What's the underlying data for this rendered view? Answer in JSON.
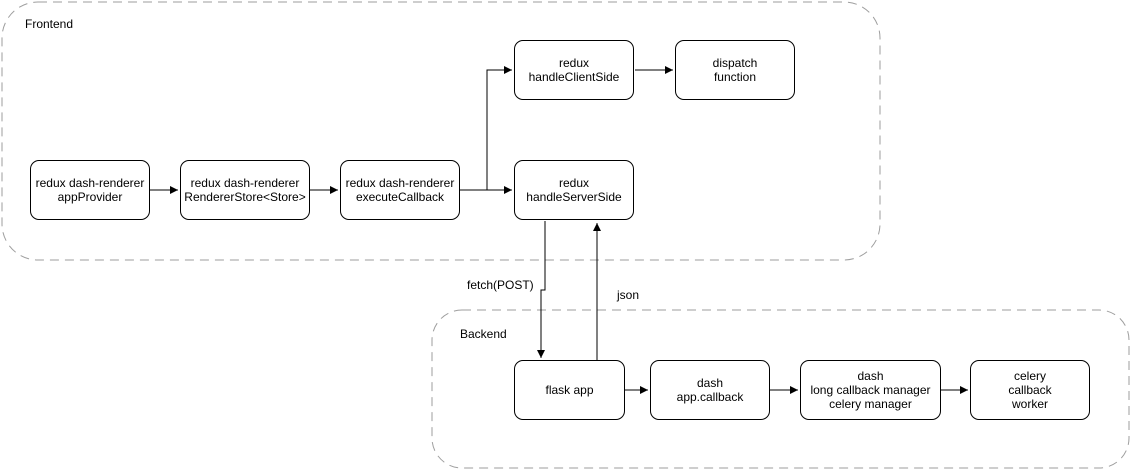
{
  "groups": {
    "frontend": "Frontend",
    "backend": "Backend"
  },
  "nodes": {
    "app_provider": "redux dash-renderer\nappProvider",
    "renderer_store": "redux dash-renderer\nRendererStore<Store>",
    "execute_callback": "redux dash-renderer\nexecuteCallback",
    "handle_client_side": "redux\nhandleClientSide",
    "dispatch_function": "dispatch\nfunction",
    "handle_server_side": "redux\nhandleServerSide",
    "flask_app": "flask app",
    "dash_app_callback": "dash\napp.callback",
    "long_callback_manager": "dash\nlong callback manager\ncelery manager",
    "celery_worker": "celery\ncallback\nworker"
  },
  "edges": {
    "fetch_post": "fetch(POST)",
    "json": "json"
  }
}
